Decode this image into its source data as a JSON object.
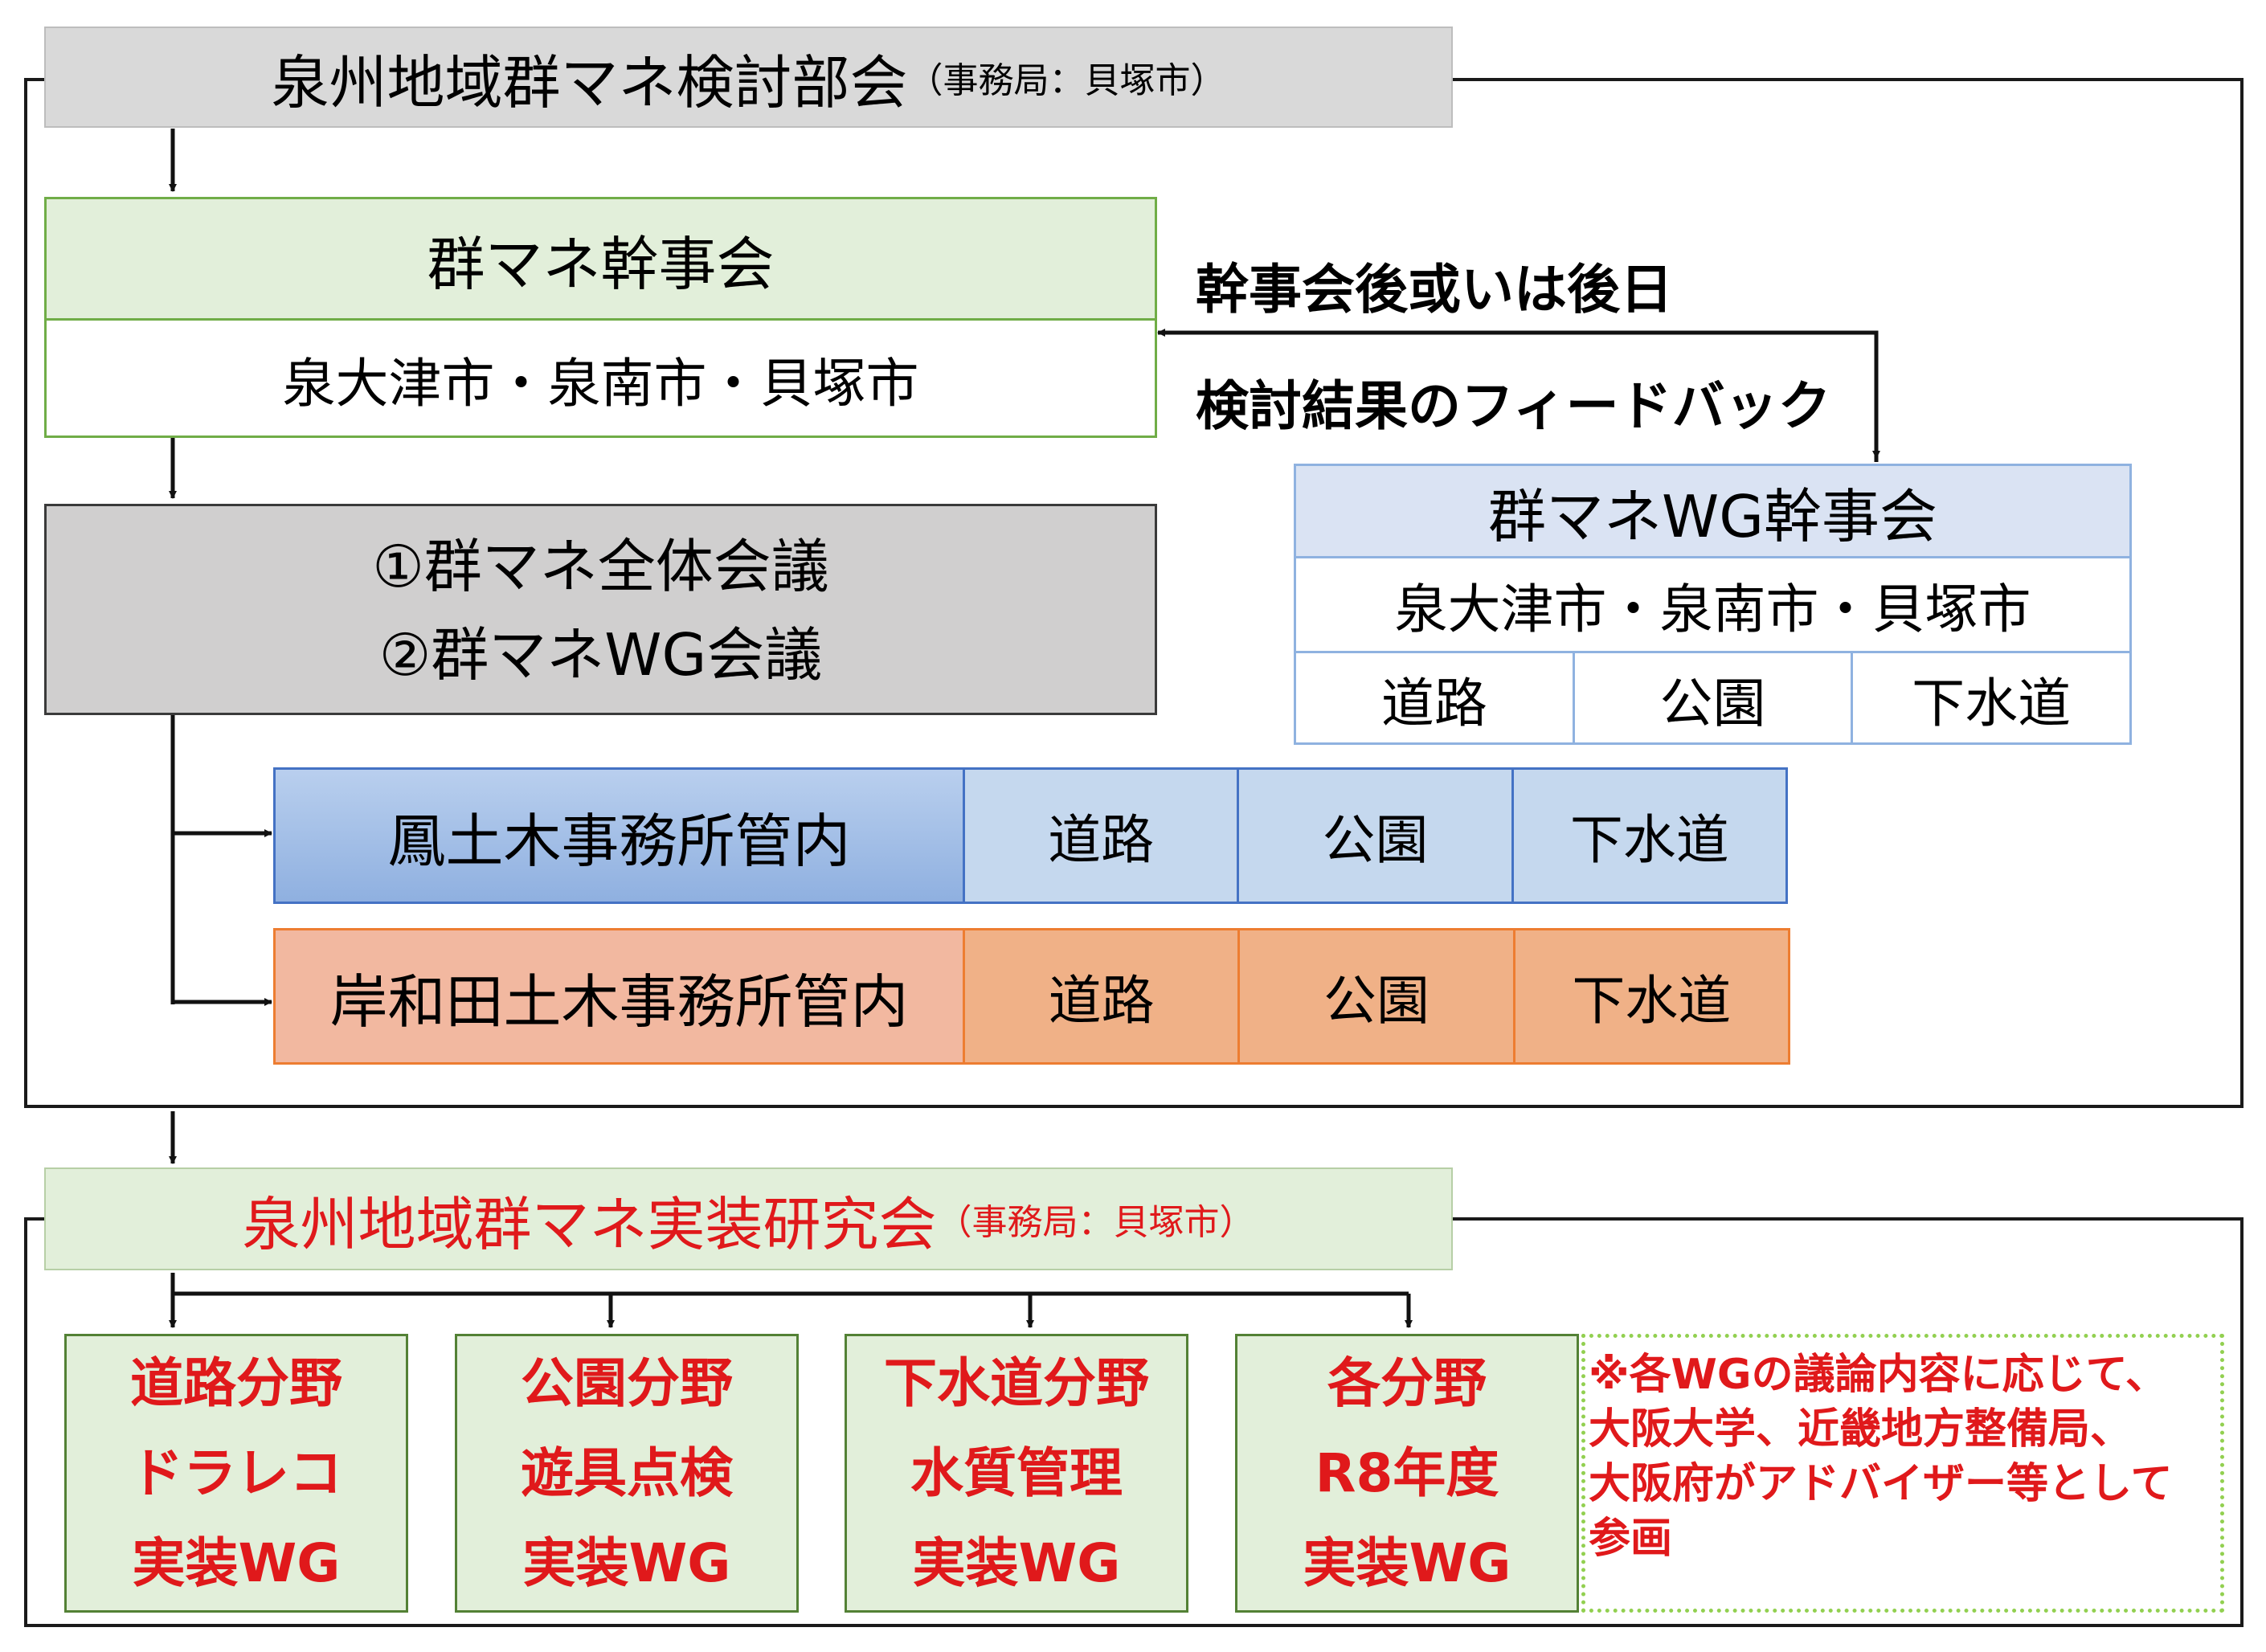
{
  "council": {
    "title": "泉州地域群マネ検討部会",
    "secretariat": "（事務局：貝塚市）"
  },
  "executive": {
    "title": "群マネ幹事会",
    "members": "泉大津市・泉南市・貝塚市"
  },
  "feedback": {
    "line1": "幹事会後或いは後日",
    "line2": "検討結果のフィードバック"
  },
  "meetings": {
    "line1": "①群マネ全体会議",
    "line2": "②群マネWG会議"
  },
  "wg_executive": {
    "title": "群マネWG幹事会",
    "members": "泉大津市・泉南市・貝塚市",
    "fields": [
      "道路",
      "公園",
      "下水道"
    ]
  },
  "otori_office": {
    "name": "鳳土木事務所管内",
    "fields": [
      "道路",
      "公園",
      "下水道"
    ]
  },
  "kishiwada_office": {
    "name": "岸和田土木事務所管内",
    "fields": [
      "道路",
      "公園",
      "下水道"
    ]
  },
  "research": {
    "title": "泉州地域群マネ実装研究会",
    "secretariat": "（事務局：貝塚市）"
  },
  "wgs": [
    {
      "line1": "道路分野",
      "line2": "ドラレコ",
      "line3": "実装WG"
    },
    {
      "line1": "公園分野",
      "line2": "遊具点検",
      "line3": "実装WG"
    },
    {
      "line1": "下水道分野",
      "line2": "水質管理",
      "line3": "実装WG"
    },
    {
      "line1": "各分野",
      "line2": "R8年度",
      "line3": "実装WG"
    }
  ],
  "note": {
    "line1": "※各WGの議論内容に応じて、",
    "line2": "大阪大学、近畿地方整備局、",
    "line3": "大阪府がアドバイザー等として",
    "line4": "参画"
  },
  "colors": {
    "gray_header": "#d9d9d9",
    "green_box": "#e2efda",
    "green_border": "#70ad47",
    "blue_light": "#dae3f3",
    "blue_border": "#4472c4",
    "blue_cell": "#c5d8ee",
    "orange_cell": "#f0b187",
    "orange_border": "#ed7d31",
    "red_text": "#e0191b"
  }
}
